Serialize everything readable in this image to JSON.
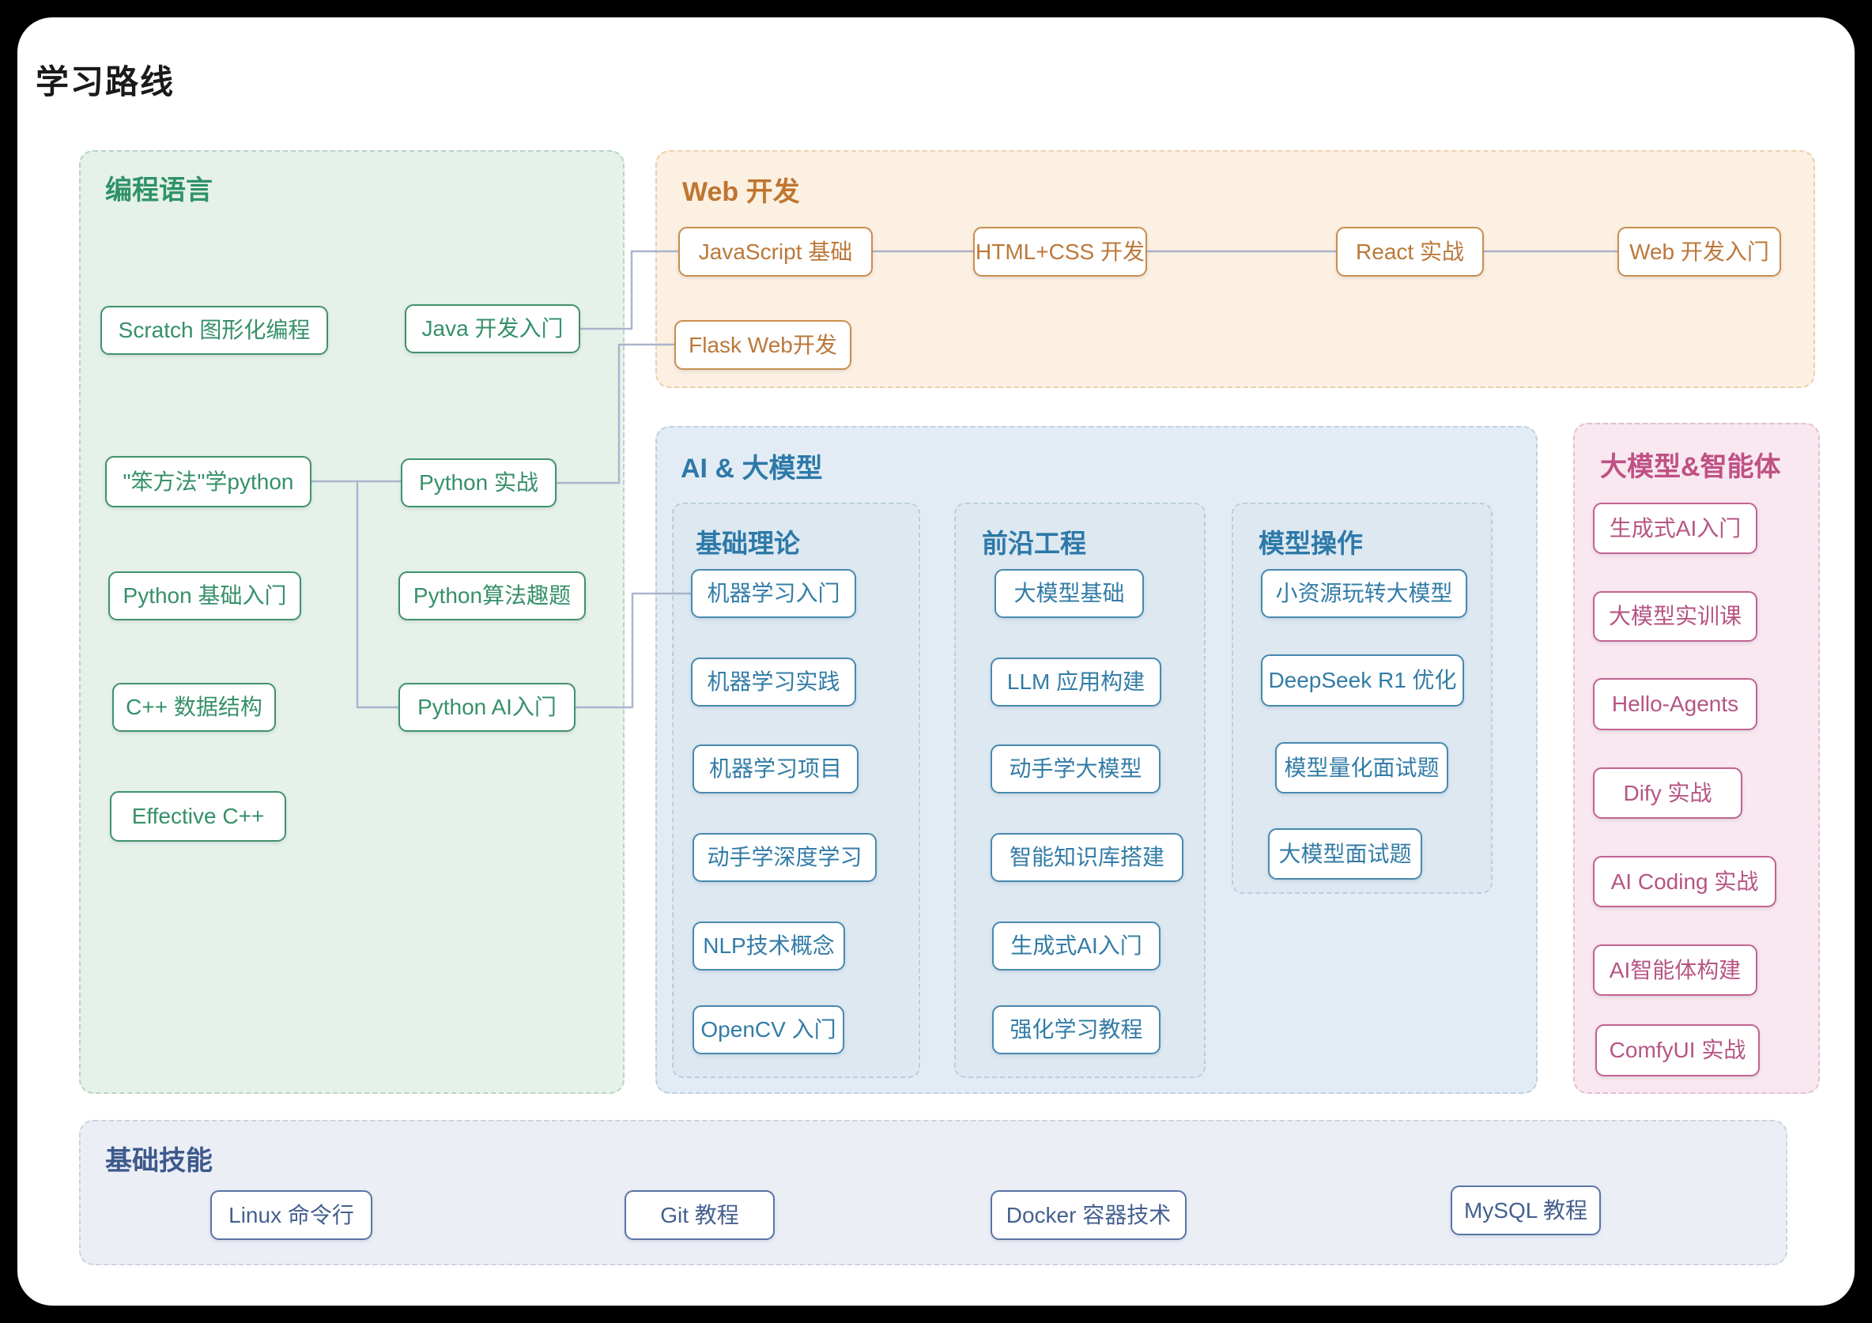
{
  "page": {
    "title": "学习路线"
  },
  "colors": {
    "page_background": "#000000",
    "card_background": "#ffffff",
    "connector": "#abb4cc",
    "programming_accent": "#2e9268",
    "web_accent": "#bf752f",
    "ai_accent": "#2d79a8",
    "agents_accent": "#bf5183",
    "basics_accent": "#3d598c"
  },
  "sections": {
    "programming": {
      "title": "编程语言",
      "nodes": [
        "Scratch 图形化编程",
        "Java 开发入门",
        "\"笨方法\"学python",
        "Python 实战",
        "Python 基础入门",
        "Python算法趣题",
        "C++ 数据结构",
        "Python AI入门",
        "Effective C++"
      ]
    },
    "web": {
      "title": "Web 开发",
      "nodes": [
        "JavaScript 基础",
        "HTML+CSS 开发",
        "React 实战",
        "Web 开发入门",
        "Flask Web开发"
      ]
    },
    "ai": {
      "title": "AI & 大模型",
      "subsections": {
        "theory": {
          "title": "基础理论",
          "nodes": [
            "机器学习入门",
            "机器学习实践",
            "机器学习项目",
            "动手学深度学习",
            "NLP技术概念",
            "OpenCV 入门"
          ]
        },
        "frontier": {
          "title": "前沿工程",
          "nodes": [
            "大模型基础",
            "LLM 应用构建",
            "动手学大模型",
            "智能知识库搭建",
            "生成式AI入门",
            "强化学习教程"
          ]
        },
        "model_ops": {
          "title": "模型操作",
          "nodes": [
            "小资源玩转大模型",
            "DeepSeek R1 优化",
            "模型量化面试题",
            "大模型面试题"
          ]
        }
      }
    },
    "agents": {
      "title": "大模型&智能体",
      "nodes": [
        "生成式AI入门",
        "大模型实训课",
        "Hello-Agents",
        "Dify 实战",
        "AI Coding 实战",
        "AI智能体构建",
        "ComfyUI 实战"
      ]
    },
    "basics": {
      "title": "基础技能",
      "nodes": [
        "Linux 命令行",
        "Git 教程",
        "Docker 容器技术",
        "MySQL 教程"
      ]
    }
  },
  "connections": [
    {
      "from": "\"笨方法\"学python",
      "to": "Python 实战"
    },
    {
      "from": "\"笨方法\"学python",
      "to": "Python AI入门"
    },
    {
      "from": "Java 开发入门",
      "to": "JavaScript 基础"
    },
    {
      "from": "Python 实战",
      "to": "Flask Web开发"
    },
    {
      "from": "Python AI入门",
      "to": "机器学习入门"
    },
    {
      "from": "JavaScript 基础",
      "to": "HTML+CSS 开发"
    },
    {
      "from": "HTML+CSS 开发",
      "to": "React 实战"
    },
    {
      "from": "React 实战",
      "to": "Web 开发入门"
    }
  ]
}
